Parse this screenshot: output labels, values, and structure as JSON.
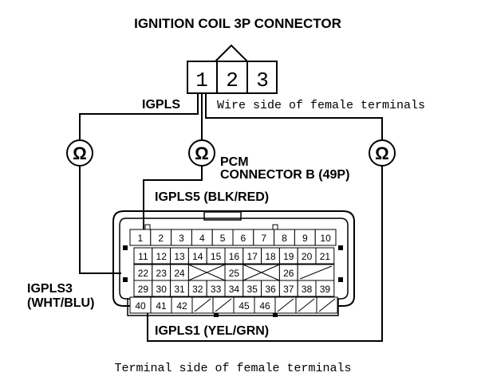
{
  "title": "IGNITION COIL 3P CONNECTOR",
  "coil_pins": [
    "1",
    "2",
    "3"
  ],
  "igpls_label": "IGPLS",
  "wire_side_label": "Wire side of female terminals",
  "pcm_label_1": "PCM",
  "pcm_label_2": "CONNECTOR B (49P)",
  "igpls5_label": "IGPLS5 (BLK/RED)",
  "igpls3_label_1": "IGPLS3",
  "igpls3_label_2": "(WHT/BLU)",
  "igpls1_label": "IGPLS1 (YEL/GRN)",
  "terminal_side_label": "Terminal side of female terminals",
  "meter_symbol": "Ω",
  "pcm_rows": [
    [
      "1",
      "2",
      "3",
      "4",
      "5",
      "6",
      "7",
      "8",
      "9",
      "10"
    ],
    [
      "11",
      "12",
      "13",
      "14",
      "15",
      "16",
      "17",
      "18",
      "19",
      "20",
      "21"
    ],
    [
      "22",
      "23",
      "24",
      "",
      "25",
      "",
      "26"
    ],
    [
      "29",
      "30",
      "31",
      "32",
      "33",
      "34",
      "35",
      "36",
      "37",
      "38",
      "39"
    ],
    [
      "40",
      "41",
      "42",
      "",
      "",
      "45",
      "46",
      "",
      "",
      ""
    ]
  ]
}
